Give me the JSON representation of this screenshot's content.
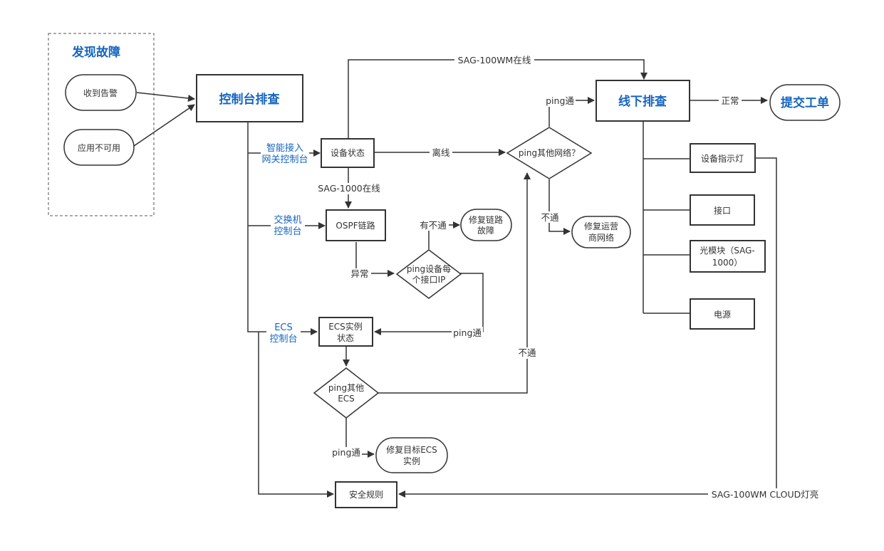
{
  "colors": {
    "accent": "#1565c0",
    "line": "#333333"
  },
  "nodes": {
    "discover_fault": "发现故障",
    "receive_alarm": "收到告警",
    "app_unavailable": "应用不可用",
    "console_check": "控制台排查",
    "device_status": "设备状态",
    "ospf_link": "OSPF链路",
    "ping_each_interface_l1": "ping设备每",
    "ping_each_interface_l2": "个接口IP",
    "repair_link_l1": "修复链路",
    "repair_link_l2": "故障",
    "ecs_status_l1": "ECS实例",
    "ecs_status_l2": "状态",
    "ping_other_ecs_l1": "ping其他",
    "ping_other_ecs_l2": "ECS",
    "repair_target_ecs_l1": "修复目标ECS",
    "repair_target_ecs_l2": "实例",
    "security_rules": "安全规则",
    "ping_other_network": "ping其他网络？",
    "repair_isp_l1": "修复运营",
    "repair_isp_l2": "商网络",
    "offline_check": "线下排查",
    "submit_ticket": "提交工单",
    "device_indicator": "设备指示灯",
    "interface": "接口",
    "optical_module_l1": "光模块（SAG-",
    "optical_module_l2": "1000）",
    "power": "电源"
  },
  "edge_labels": {
    "sag100wm_online": "SAG-100WM在线",
    "smart_gateway_l1": "智能接入",
    "smart_gateway_l2": "网关控制台",
    "offline": "离线",
    "sag1000_online": "SAG-1000在线",
    "switch_console_l1": "交换机",
    "switch_console_l2": "控制台",
    "abnormal": "异常",
    "ping_fail_link": "有不通",
    "ping_ok_interface": "ping通",
    "ecs_console_l1": "ECS",
    "ecs_console_l2": "控制台",
    "ping_fail_ecs": "不通",
    "ping_ok_ecs": "ping通",
    "ping_ok_network": "ping通",
    "ping_fail_network": "不通",
    "normal": "正常",
    "cloud_light_on": "SAG-100WM CLOUD灯亮"
  }
}
